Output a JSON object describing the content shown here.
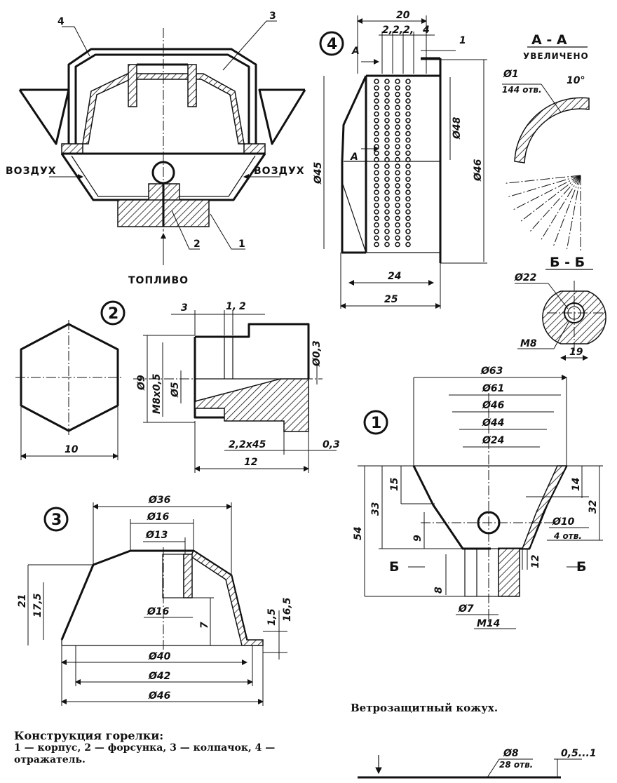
{
  "caption": {
    "title": "Конструкция горелки:",
    "body": "1 — корпус, 2 — форсунка, 3 — колпачок, 4 — отражатель.",
    "windshield": "Ветрозащитный кожух."
  },
  "assembly": {
    "callout_4": "4",
    "callout_3": "3",
    "callout_2": "2",
    "callout_1": "1",
    "air_left": "ВОЗДУХ",
    "air_right": "ВОЗДУХ",
    "fuel": "ТОПЛИВО"
  },
  "reflector": {
    "number": "4",
    "d_20": "20",
    "d_222": "2,2,2,",
    "d_4": "4",
    "d_1": "1",
    "sec_a": "А",
    "d_45": "Ø45",
    "d_48": "Ø48",
    "d_46": "Ø46",
    "d_24": "24",
    "d_25": "25"
  },
  "section_aa": {
    "title": "А - А",
    "note": "УВЕЛИЧЕНО",
    "hole": "Ø1",
    "holes_count": "144 отв.",
    "angle": "10°"
  },
  "section_bb": {
    "title": "Б - Б",
    "d_22": "Ø22",
    "thread": "М8",
    "d_19": "19"
  },
  "nozzle": {
    "number": "2",
    "d_3": "3",
    "d_1": "1,",
    "d_2": "2",
    "d_9": "Ø9",
    "thread": "М8х0,5",
    "d_5": "Ø5",
    "d_03": "Ø0,3",
    "chamfer": "2,2х45",
    "d_03b": "0,3",
    "d_12": "12",
    "d_10": "10"
  },
  "body": {
    "number": "1",
    "d_63": "Ø63",
    "d_61": "Ø61",
    "d_46": "Ø46",
    "d_44": "Ø44",
    "d_24": "Ø24",
    "d_15": "15",
    "d_33": "33",
    "d_54": "54",
    "d_9": "9",
    "d_14": "14",
    "d_32": "32",
    "d_10": "Ø10",
    "holes_4": "4 отв.",
    "sec_b": "Б",
    "d_12": "12",
    "d_8": "8",
    "d_7": "Ø7",
    "d_m14": "М14"
  },
  "cap_part": {
    "number": "3",
    "d_36": "Ø36",
    "d_16a": "Ø16",
    "d_13": "Ø13",
    "d_16b": "Ø16",
    "d_21": "21",
    "d_175": "17,5",
    "d_7": "7",
    "d_15": "1,5",
    "d_165": "16,5",
    "d_40": "Ø40",
    "d_42": "Ø42",
    "d_46": "Ø46"
  },
  "shield": {
    "d_8": "Ø8",
    "holes": "28 отв.",
    "gap": "0,5...1"
  }
}
